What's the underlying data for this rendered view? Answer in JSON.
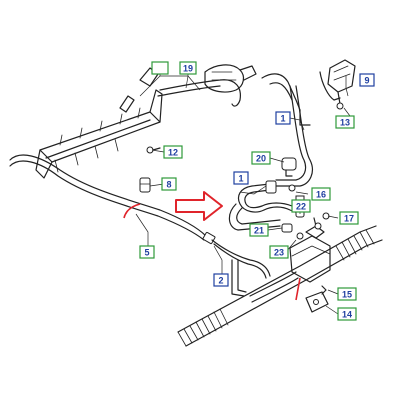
{
  "callouts": {
    "c19": "19",
    "c9": "9",
    "c1a": "1",
    "c13": "13",
    "c12": "12",
    "c20": "20",
    "c8": "8",
    "c1b": "1",
    "c16": "16",
    "c22": "22",
    "c17": "17",
    "c21": "21",
    "c23": "23",
    "c5": "5",
    "c2": "2",
    "c15": "15",
    "c14": "14"
  },
  "colors": {
    "green_callout_border": "#2e9a3a",
    "blue_callout_border": "#1f3fa0",
    "arrow_red": "#e0242b",
    "hose_red": "#e0242b",
    "line_ink": "#222222"
  },
  "icons": [
    "callout-arrow-icon"
  ]
}
